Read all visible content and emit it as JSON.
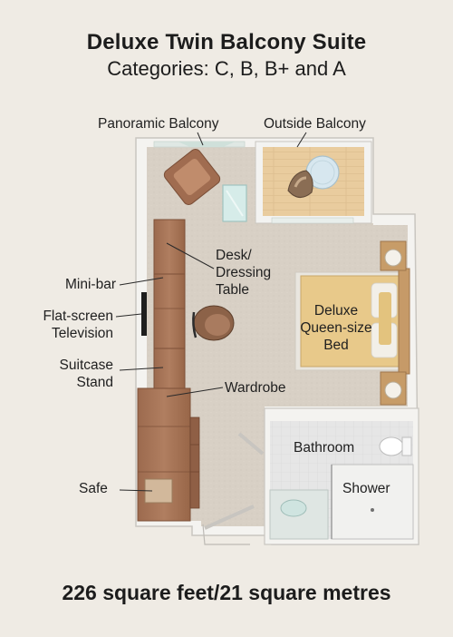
{
  "heading": {
    "title": "Deluxe Twin Balcony Suite",
    "subtitle": "Categories: C, B, B+ and A"
  },
  "footer": {
    "area": "226 square feet/21 square metres"
  },
  "labels": {
    "panoramic_balcony": "Panoramic Balcony",
    "outside_balcony": "Outside Balcony",
    "desk_line1": "Desk/",
    "desk_line2": "Dressing",
    "desk_line3": "Table",
    "minibar": "Mini-bar",
    "tv_line1": "Flat-screen",
    "tv_line2": "Television",
    "suitcase_line1": "Suitcase",
    "suitcase_line2": "Stand",
    "wardrobe": "Wardrobe",
    "safe": "Safe",
    "bed_line1": "Deluxe",
    "bed_line2": "Queen-size",
    "bed_line3": "Bed",
    "bathroom": "Bathroom",
    "shower": "Shower"
  },
  "colors": {
    "background": "#efebe4",
    "carpet": "#d9d1c6",
    "wall": "#f6f5f2",
    "wood_furniture": "#a87658",
    "balcony_deck": "#e6c89a",
    "bedding": "#e8c98a",
    "tile": "#e4e4e4"
  }
}
